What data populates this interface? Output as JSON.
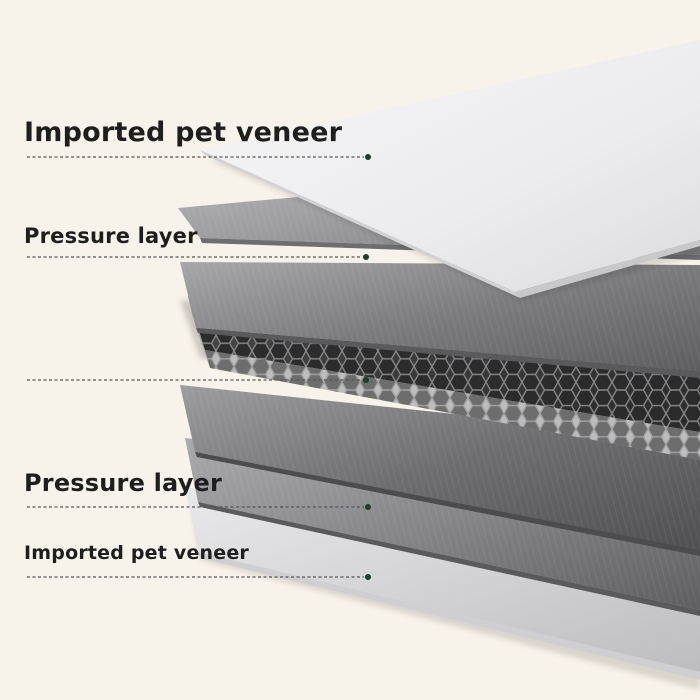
{
  "labels": {
    "top_veneer": "Imported pet veneer",
    "top_pressure": "Pressure layer",
    "honeycomb_core": "",
    "bottom_pressure": "Pressure layer",
    "bottom_veneer": "Imported pet veneer"
  },
  "colors": {
    "background": "#f8f3ea",
    "veneer": "#f2f2f3",
    "pressure_layer": "#8c8c8c",
    "honeycomb": "#333333",
    "leader_line": "#555555",
    "leader_dot": "#1f3d2a"
  }
}
